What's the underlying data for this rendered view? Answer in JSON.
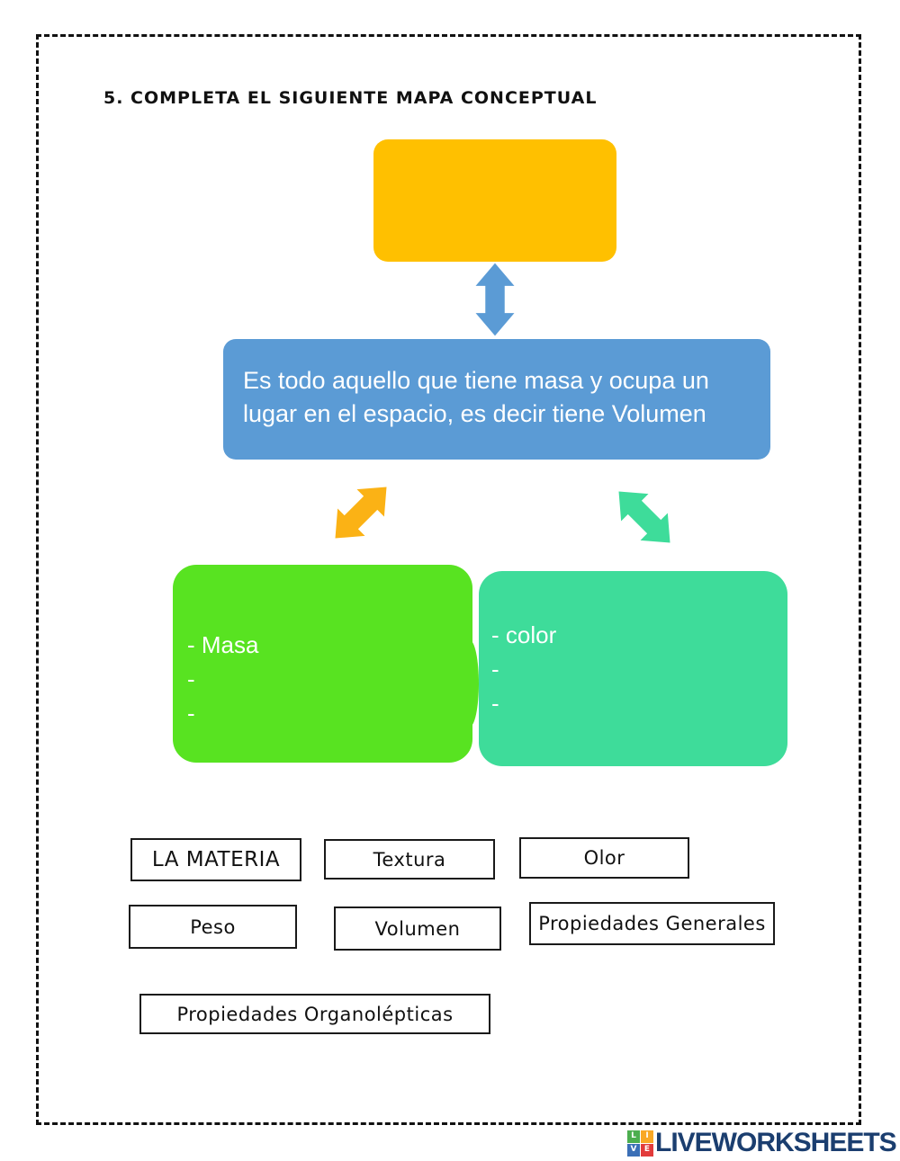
{
  "page": {
    "title": "5. COMPLETA EL SIGUIENTE MAPA CONCEPTUAL"
  },
  "concept_map": {
    "top_box": {
      "label": ""
    },
    "definition_box": {
      "text": "Es todo aquello que tiene masa y ocupa un lugar en el espacio, es decir tiene Volumen"
    },
    "left_box": {
      "lines": [
        "- Masa",
        "-",
        "-"
      ]
    },
    "right_box": {
      "lines": [
        "- color",
        "-",
        "-"
      ]
    }
  },
  "word_bank": [
    {
      "label": "LA MATERIA"
    },
    {
      "label": "Textura"
    },
    {
      "label": "Olor"
    },
    {
      "label": "Peso"
    },
    {
      "label": "Volumen"
    },
    {
      "label": "Propiedades Generales"
    },
    {
      "label": "Propiedades Organolépticas"
    }
  ],
  "colors": {
    "top_box_fill": "#FFC000",
    "definition_fill": "#5B9BD5",
    "general_box_fill": "#58E321",
    "organoleptic_box_fill": "#3EDC9A",
    "vertical_arrow": "#5B9BD5",
    "left_arrow": "#FBB215",
    "right_arrow": "#3EDC9A",
    "logo_navy": "#1B3E6F",
    "logo_green": "#4CAE4F",
    "logo_yellow": "#F9A825",
    "logo_blue": "#3B6FB6",
    "logo_red": "#E23B3B"
  },
  "footer": {
    "logo_text": "LIVEWORKSHEETS",
    "logo_squares": [
      {
        "letter": "L"
      },
      {
        "letter": "I"
      },
      {
        "letter": "V"
      },
      {
        "letter": "E"
      }
    ]
  }
}
